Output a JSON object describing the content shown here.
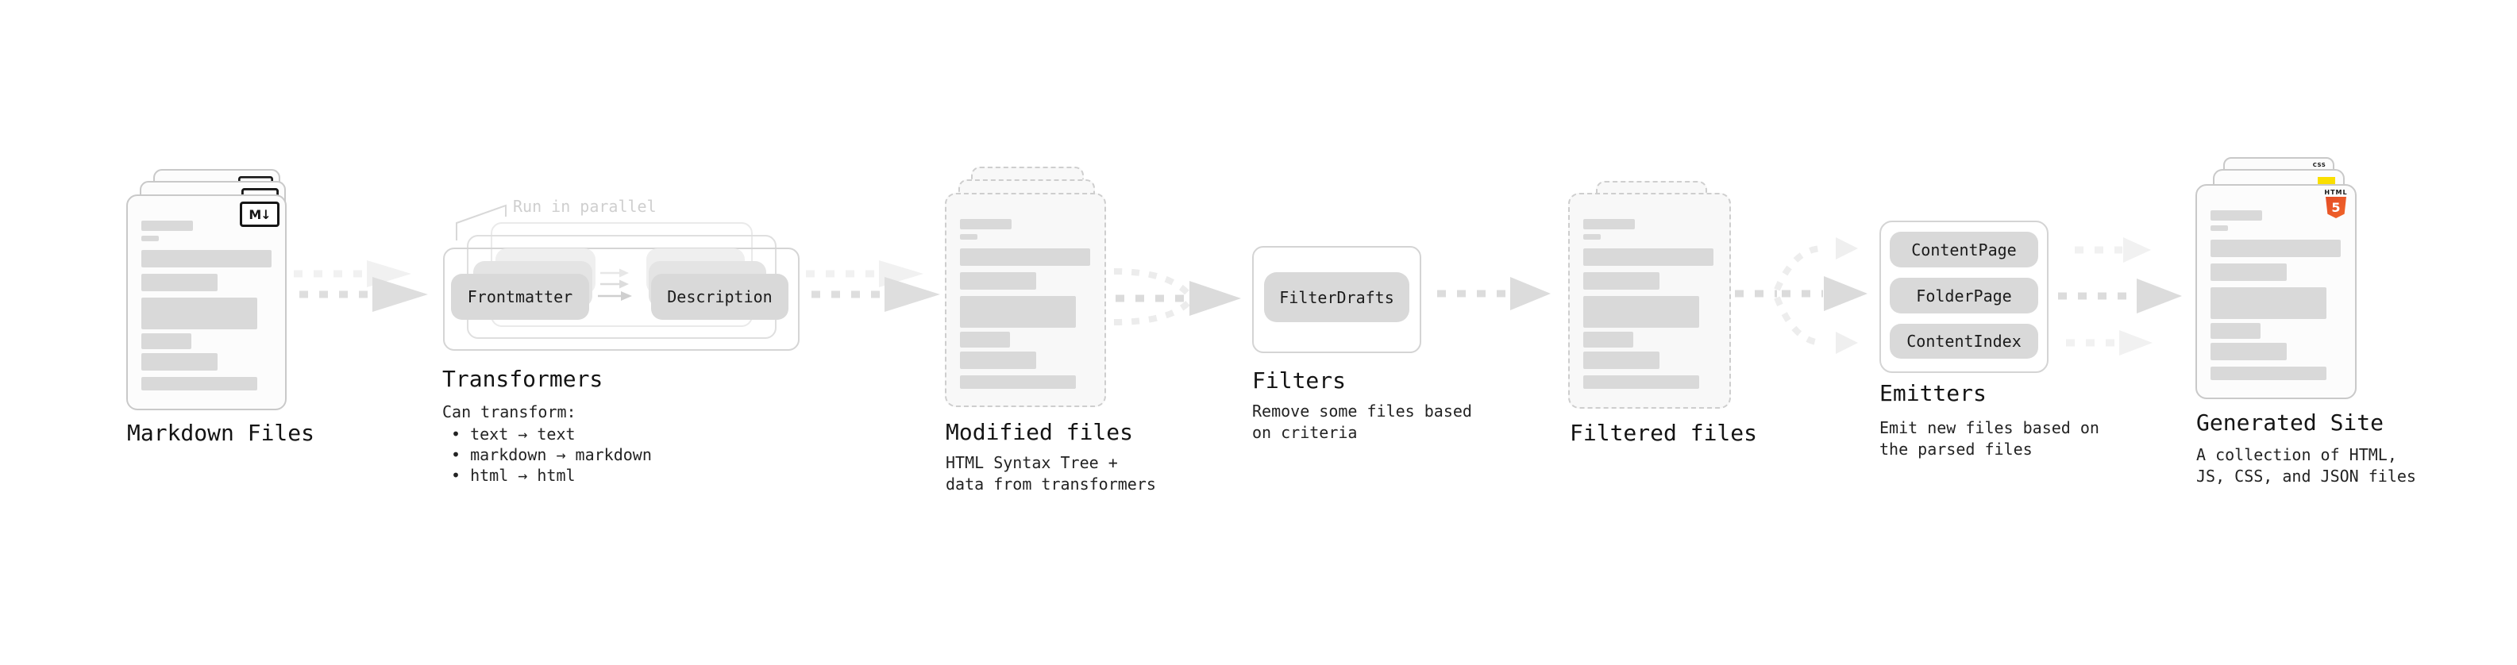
{
  "stages": {
    "markdown_files": {
      "label": "Markdown Files",
      "file_icon": "M↓"
    },
    "transformers": {
      "label": "Transformers",
      "annotation": "Run in parallel",
      "transformer_1": "Frontmatter",
      "transformer_2": "Description",
      "note_title": "Can transform:",
      "bullets": [
        "• text → text",
        "• markdown → markdown",
        "• html → html"
      ]
    },
    "modified_files": {
      "label": "Modified files",
      "note": "HTML Syntax Tree +\ndata from transformers"
    },
    "filters": {
      "label": "Filters",
      "filter_1": "FilterDrafts",
      "note": "Remove some files based\non criteria"
    },
    "filtered_files": {
      "label": "Filtered files"
    },
    "emitters": {
      "label": "Emitters",
      "emitter_1": "ContentPage",
      "emitter_2": "FolderPage",
      "emitter_3": "ContentIndex",
      "note": "Emit new files based on\nthe parsed files"
    },
    "generated_site": {
      "label": "Generated Site",
      "note": "A collection of HTML,\nJS, CSS, and JSON files",
      "html5_badge_word": "HTML",
      "html5_badge_number": "5",
      "css_badge_word": "CSS"
    }
  },
  "colors": {
    "html5_orange": "#e8522a",
    "js_yellow": "#fadf00",
    "css_blue": "#2b63f1",
    "skeleton_gray": "#d9d9d9",
    "button_gray": "#d9d9d9",
    "card_border_gray": "#c9c9c9",
    "annotation_gray": "#cfcfcf",
    "arrow_gray": "#dedede",
    "arrow_light_gray": "#f0f0f0"
  }
}
